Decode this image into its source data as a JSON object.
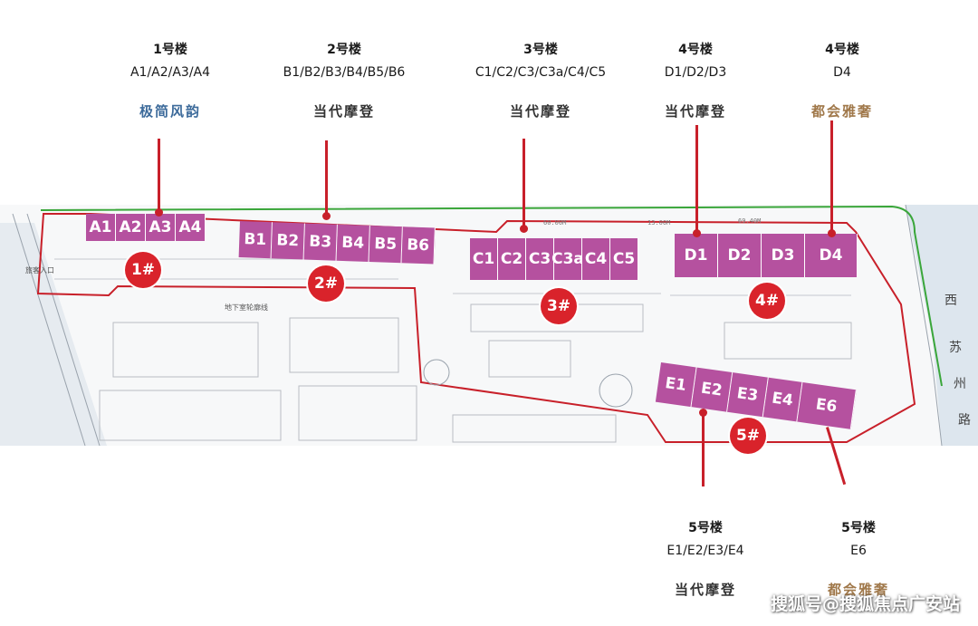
{
  "top_labels": [
    {
      "building": "1号楼",
      "units": "A1/A2/A3/A4",
      "style": "极简风韵",
      "tone": "blue"
    },
    {
      "building": "2号楼",
      "units": "B1/B2/B3/B4/B5/B6",
      "style": "当代摩登",
      "tone": "black"
    },
    {
      "building": "3号楼",
      "units": "C1/C2/C3/C3a/C4/C5",
      "style": "当代摩登",
      "tone": "black"
    },
    {
      "building": "4号楼",
      "units": "D1/D2/D3",
      "style": "当代摩登",
      "tone": "black"
    },
    {
      "building": "4号楼",
      "units": "D4",
      "style": "都会雅奢",
      "tone": "gold"
    }
  ],
  "bottom_labels": [
    {
      "building": "5号楼",
      "units": "E1/E2/E3/E4",
      "style": "当代摩登",
      "tone": "black"
    },
    {
      "building": "5号楼",
      "units": "E6",
      "style": "都会雅奢",
      "tone": "gold"
    }
  ],
  "building_units": {
    "row_a": [
      "A1",
      "A2",
      "A3",
      "A4"
    ],
    "row_b": [
      "B1",
      "B2",
      "B3",
      "B4",
      "B5",
      "B6"
    ],
    "row_c": [
      "C1",
      "C2",
      "C3",
      "C3a",
      "C4",
      "C5"
    ],
    "row_d": [
      "D1",
      "D2",
      "D3",
      "D4"
    ],
    "row_e": [
      "E1",
      "E2",
      "E3",
      "E4",
      "E6"
    ]
  },
  "badges": [
    "1#",
    "2#",
    "3#",
    "4#",
    "5#"
  ],
  "map_text": {
    "road_name": [
      "西",
      "苏",
      "州",
      "路"
    ],
    "entrance": "旅客入口",
    "underground": "地下室轮廓线",
    "dims": [
      "60.00M",
      "13.00M",
      "69.40M"
    ]
  },
  "colors": {
    "unit_fill": "#b5519f",
    "badge_fill": "#d9232b",
    "boundary": "#c8202a",
    "green_line": "#3aa63a",
    "road_fill": "#dde6ee"
  },
  "watermark": "搜狐号@搜狐焦点广安站"
}
